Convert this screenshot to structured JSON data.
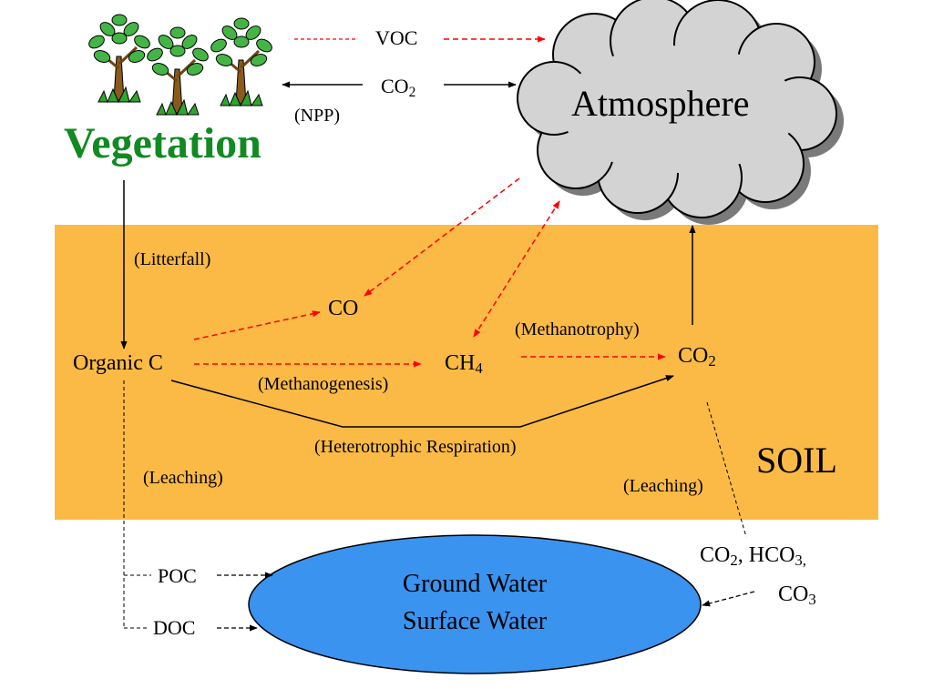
{
  "colors": {
    "soil": "#fbba45",
    "water": "#3b93f0",
    "cloud": "#d3d3d3",
    "vegetation_text": "#118a22",
    "dashed_flux": "#ff0000",
    "solid_flux": "#000000"
  },
  "icons": [
    "tree-icon",
    "cloud-icon"
  ],
  "nodes": {
    "vegetation": "Vegetation",
    "atmosphere": "Atmosphere",
    "soil": "SOIL",
    "organic_c": "Organic C",
    "co": "CO",
    "ch4": {
      "base": "CH",
      "sub": "4"
    },
    "co2_soil": {
      "base": "CO",
      "sub": "2"
    },
    "water_line1": "Ground Water",
    "water_line2": "Surface Water",
    "poc": "POC",
    "doc": "DOC",
    "dissolved": {
      "co2_base": "CO",
      "co2_sub": "2",
      "sep": ", HCO",
      "hco3_sub": "3,",
      "co3_base": "CO",
      "co3_sub": "3"
    }
  },
  "fluxes": {
    "voc": "VOC",
    "co2_top": {
      "base": "CO",
      "sub": "2"
    },
    "npp": "(NPP)",
    "litterfall": "(Litterfall)",
    "methanogenesis": "(Methanogenesis)",
    "methanotrophy": "(Methanotrophy)",
    "heterotrophic": "(Heterotrophic Respiration)",
    "leaching_left": "(Leaching)",
    "leaching_right": "(Leaching)"
  }
}
